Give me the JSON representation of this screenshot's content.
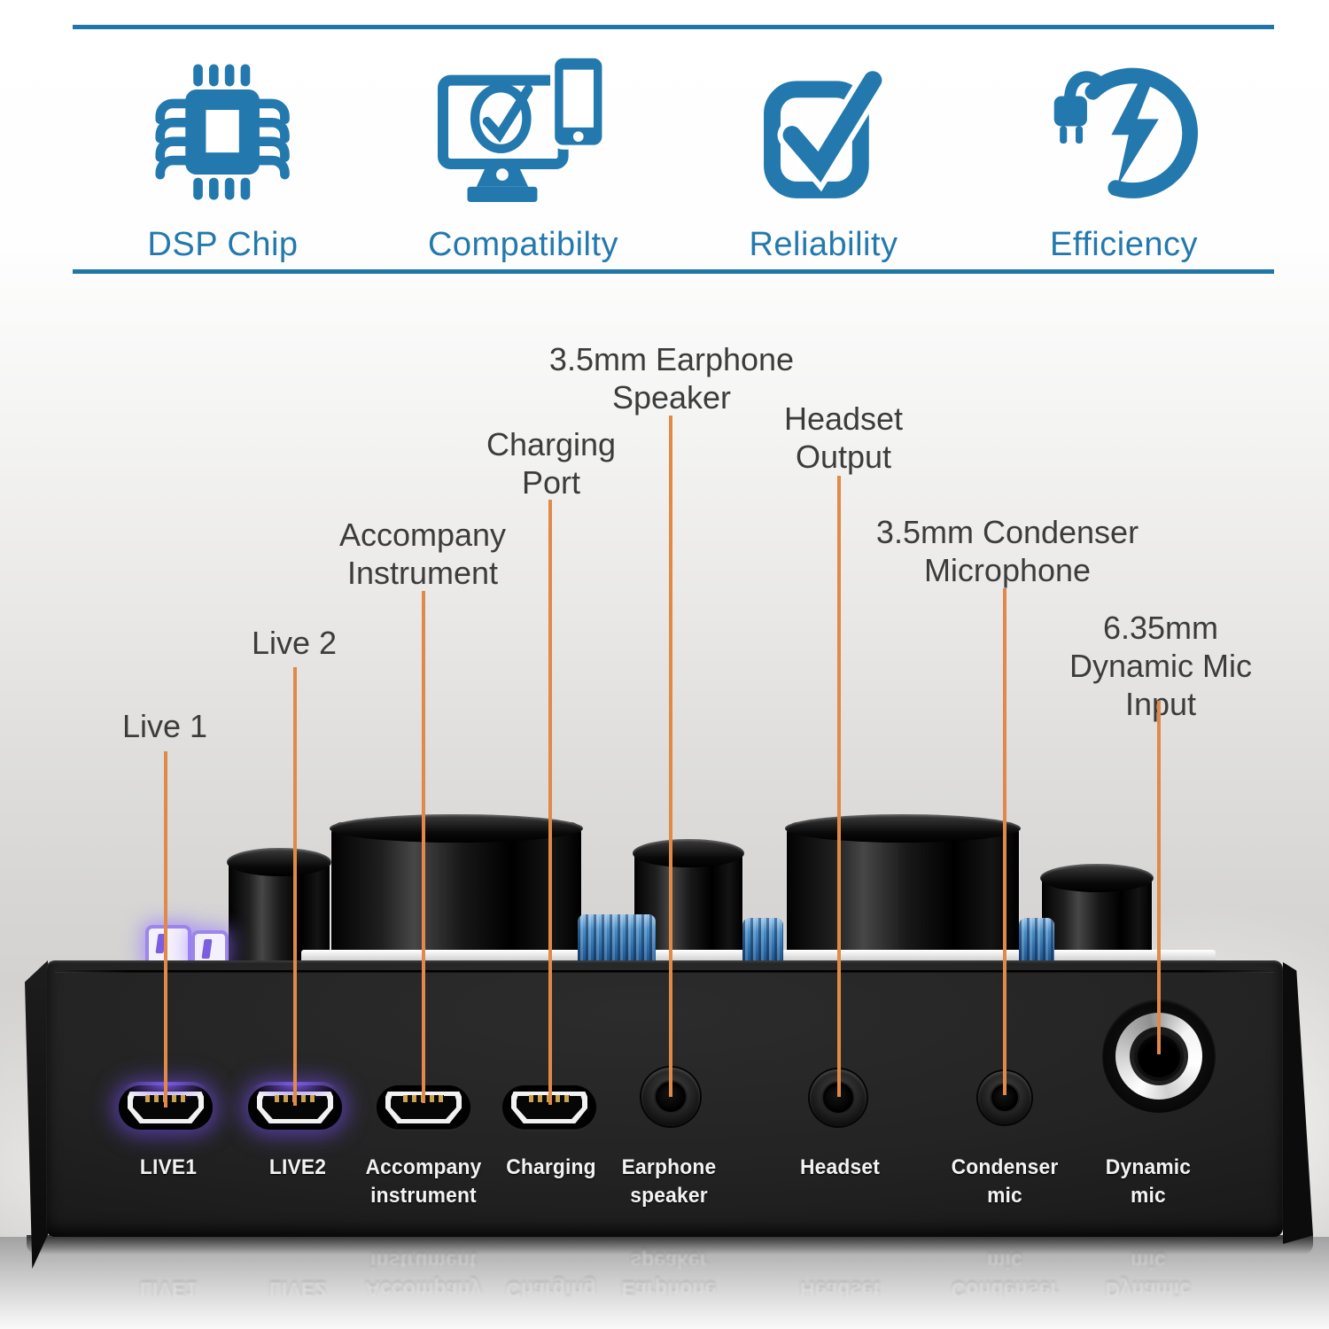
{
  "header": {
    "features": [
      {
        "label": "DSP Chip",
        "icon": "dsp-chip-icon"
      },
      {
        "label": "Compatibilty",
        "icon": "monitor-check-phone-icon"
      },
      {
        "label": "Reliability",
        "icon": "checkbox-tick-icon"
      },
      {
        "label": "Efficiency",
        "icon": "plug-lightning-icon"
      }
    ]
  },
  "callouts": {
    "live1": {
      "line1": "Live 1"
    },
    "live2": {
      "line1": "Live 2"
    },
    "accompany": {
      "line1": "Accompany",
      "line2": "Instrument"
    },
    "charging": {
      "line1": "Charging",
      "line2": "Port"
    },
    "earphone": {
      "line1": "3.5mm Earphone",
      "line2": "Speaker"
    },
    "headset": {
      "line1": "Headset",
      "line2": "Output"
    },
    "condenser": {
      "line1": "3.5mm Condenser",
      "line2": "Microphone"
    },
    "dynamic": {
      "line1": "6.35mm",
      "line2": "Dynamic Mic",
      "line3": "Input"
    }
  },
  "device": {
    "ports": {
      "live1": {
        "line1": "LIVE1"
      },
      "live2": {
        "line1": "LIVE2"
      },
      "accompany": {
        "line1": "Accompany",
        "line2": "instrument"
      },
      "charging": {
        "line1": "Charging"
      },
      "earphone": {
        "line1": "Earphone",
        "line2": "speaker"
      },
      "headset": {
        "line1": "Headset"
      },
      "condenser": {
        "line1": "Condenser",
        "line2": "mic"
      },
      "dynamic": {
        "line1": "Dynamic",
        "line2": "mic"
      }
    }
  },
  "colors": {
    "accent_blue": "#2379ae",
    "leader_orange": "#e08948",
    "callout_text": "#3c3c3c",
    "port_label_text": "#f3f3f3"
  }
}
